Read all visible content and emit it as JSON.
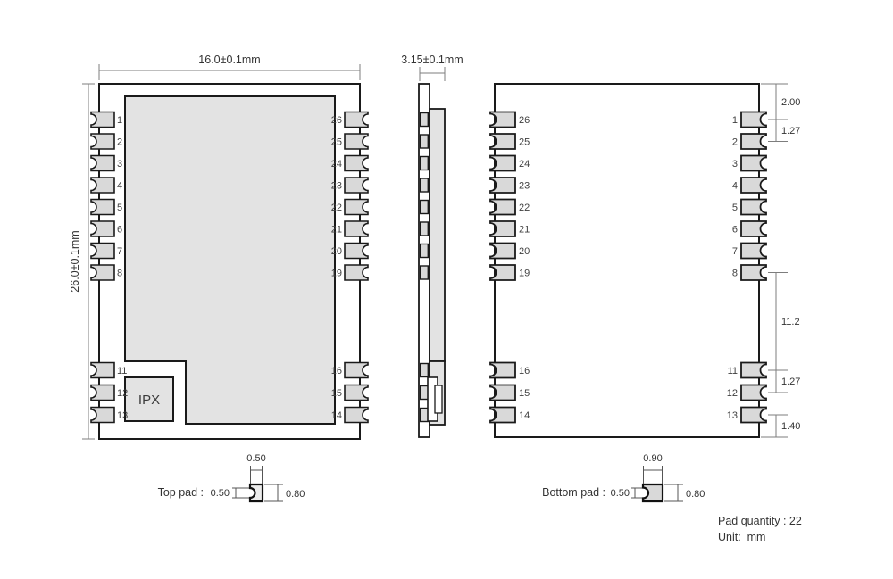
{
  "views": {
    "top": {
      "width_dim": "16.0±0.1mm",
      "height_dim": "26.0±0.1mm",
      "ipx_label": "IPX",
      "left_pads": [
        "1",
        "2",
        "3",
        "4",
        "5",
        "6",
        "7",
        "8",
        "11",
        "12",
        "13"
      ],
      "right_pads": [
        "26",
        "25",
        "24",
        "23",
        "22",
        "21",
        "20",
        "19",
        "16",
        "15",
        "14"
      ]
    },
    "side": {
      "thickness_dim": "3.15±0.1mm"
    },
    "bottom": {
      "left_pads": [
        "26",
        "25",
        "24",
        "23",
        "22",
        "21",
        "20",
        "19",
        "16",
        "15",
        "14"
      ],
      "right_pads": [
        "1",
        "2",
        "3",
        "4",
        "5",
        "6",
        "7",
        "8",
        "11",
        "12",
        "13"
      ],
      "dims": {
        "top_offset": "2.00",
        "top_pitch": "1.27",
        "mid_span": "11.2",
        "bottom_pitch": "1.27",
        "bottom_offset": "1.40"
      }
    }
  },
  "footer": {
    "top_pad": {
      "label": "Top pad :",
      "width": "0.50",
      "notch": "0.50",
      "height": "0.80"
    },
    "bottom_pad": {
      "label": "Bottom pad :",
      "width": "0.90",
      "notch": "0.50",
      "height": "0.80"
    },
    "pad_quantity": "Pad quantity : 22",
    "unit": "Unit:  mm"
  },
  "colors": {
    "outline": "#1a1a1a",
    "shield_fill": "#e3e3e3",
    "pad_fill": "#d9d9d9",
    "dim_line": "#7d7d7d",
    "text": "#3c3c3c",
    "background": "#ffffff"
  }
}
